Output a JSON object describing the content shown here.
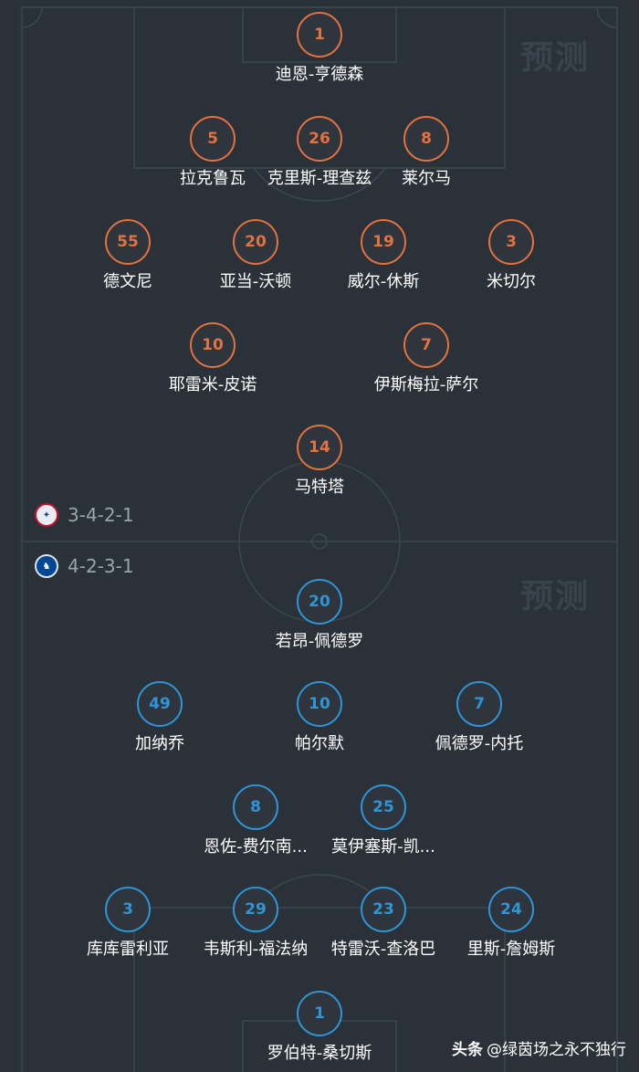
{
  "home": {
    "watermark": "预测",
    "formation": "3-4-2-1",
    "crest": "crystal-palace-crest",
    "players": [
      {
        "number": "1",
        "name": "迪恩-亨德森"
      },
      {
        "number": "5",
        "name": "拉克鲁瓦"
      },
      {
        "number": "26",
        "name": "克里斯-理查兹"
      },
      {
        "number": "8",
        "name": "莱尔马"
      },
      {
        "number": "55",
        "name": "德文尼"
      },
      {
        "number": "20",
        "name": "亚当-沃顿"
      },
      {
        "number": "19",
        "name": "威尔-休斯"
      },
      {
        "number": "3",
        "name": "米切尔"
      },
      {
        "number": "10",
        "name": "耶雷米-皮诺"
      },
      {
        "number": "7",
        "name": "伊斯梅拉-萨尔"
      },
      {
        "number": "14",
        "name": "马特塔"
      }
    ]
  },
  "away": {
    "watermark": "预测",
    "formation": "4-2-3-1",
    "crest": "chelsea-crest",
    "players": [
      {
        "number": "20",
        "name": "若昂-佩德罗"
      },
      {
        "number": "49",
        "name": "加纳乔"
      },
      {
        "number": "10",
        "name": "帕尔默"
      },
      {
        "number": "7",
        "name": "佩德罗-内托"
      },
      {
        "number": "8",
        "name": "恩佐-费尔南..."
      },
      {
        "number": "25",
        "name": "莫伊塞斯-凯..."
      },
      {
        "number": "3",
        "name": "库库雷利亚"
      },
      {
        "number": "29",
        "name": "韦斯利-福法纳"
      },
      {
        "number": "23",
        "name": "特雷沃-查洛巴"
      },
      {
        "number": "24",
        "name": "里斯-詹姆斯"
      },
      {
        "number": "1",
        "name": "罗伯特-桑切斯"
      }
    ]
  },
  "colors": {
    "background": "#2b3138",
    "home_accent": "#e2723f",
    "away_accent": "#2f95d6",
    "lines": "#3d454e"
  },
  "credit": {
    "brand": "头条",
    "author": "@绿茵场之永不独行"
  }
}
